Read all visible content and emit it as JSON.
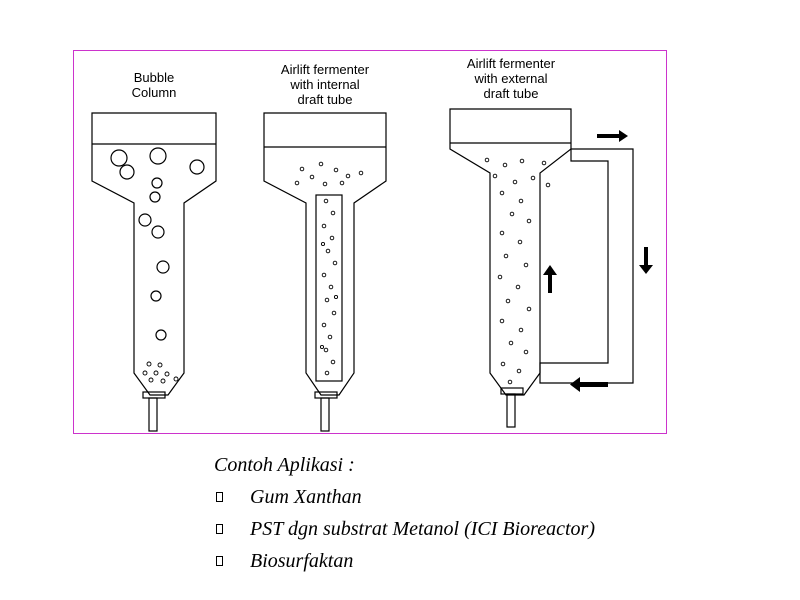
{
  "diagram": {
    "reactors": [
      {
        "label_lines": [
          "Bubble",
          "Column"
        ]
      },
      {
        "label_lines": [
          "Airlift fermenter",
          "with internal",
          "draft tube"
        ]
      },
      {
        "label_lines": [
          "Airlift fermenter",
          "with external",
          "draft tube"
        ]
      }
    ],
    "colors": {
      "frame": "#cc33cc",
      "line": "#000000"
    }
  },
  "applications": {
    "heading": "Contoh Aplikasi :",
    "items": [
      "Gum Xanthan",
      "PST dgn substrat Metanol (ICI Bioreactor)",
      "Biosurfaktan"
    ]
  }
}
